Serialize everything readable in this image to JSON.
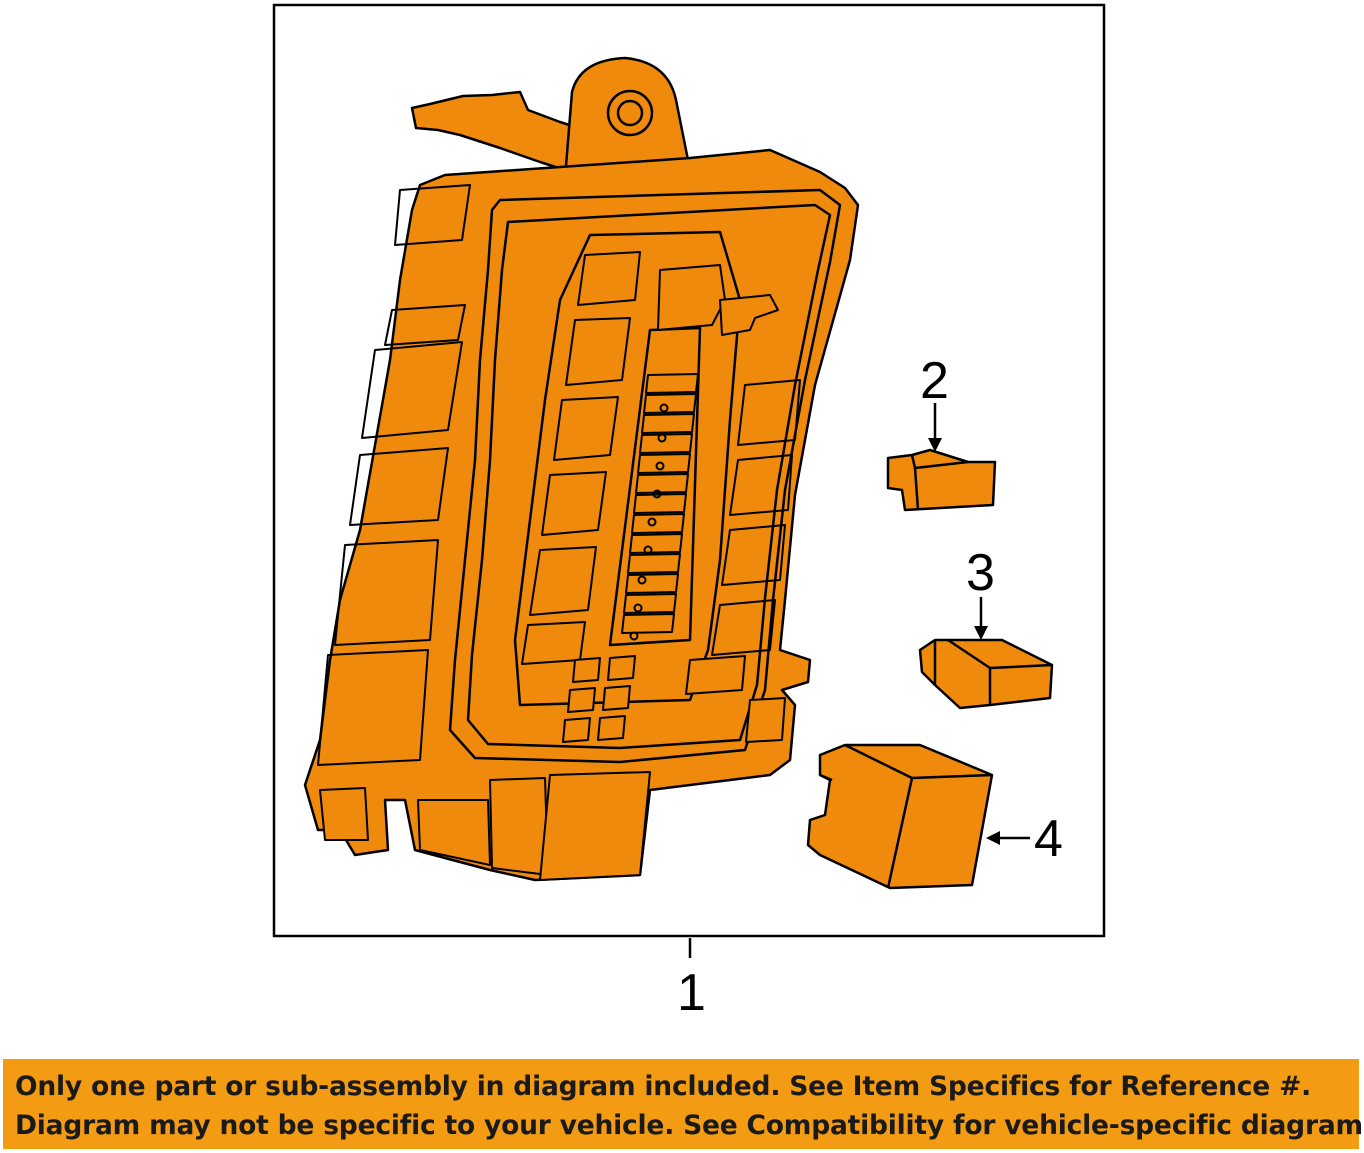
{
  "colors": {
    "part_fill": "#f08a0c",
    "line": "#000000",
    "banner_bg": "#f39b12",
    "banner_text": "#1a1a1a"
  },
  "callouts": {
    "c1": "1",
    "c2": "2",
    "c3": "3",
    "c4": "4"
  },
  "banner": {
    "line1": "Only one part or sub-assembly in diagram included. See Item Specifics for Reference #.",
    "line2": "Diagram may not be specific to your vehicle. See Compatibility for vehicle-specific diagrams."
  }
}
